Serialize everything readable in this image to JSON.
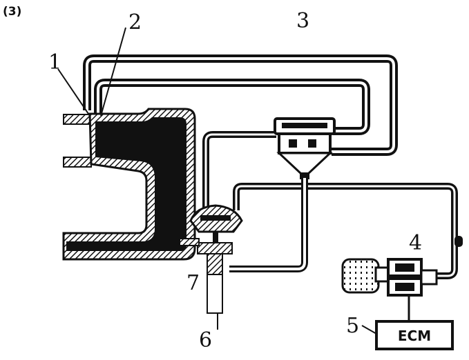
{
  "figure_label": "(3)",
  "callouts": {
    "c1": "1",
    "c2": "2",
    "c3": "3",
    "c4": "4",
    "c5": "5",
    "c6": "6",
    "c7": "7"
  },
  "ecm_label": "ECM",
  "colors": {
    "ink": "#111111",
    "paper": "#ffffff"
  }
}
